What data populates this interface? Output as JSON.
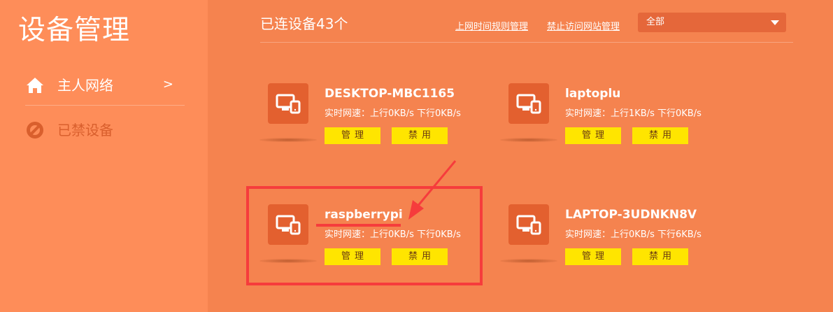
{
  "sidebar": {
    "title": "设备管理",
    "items": [
      {
        "label": "主人网络",
        "arrow": ">"
      },
      {
        "label": "已禁设备"
      }
    ]
  },
  "header": {
    "connected": "已连设备43个",
    "links": [
      "上网时间规则管理",
      "禁止访问网站管理"
    ],
    "filter": "全部"
  },
  "devices": [
    {
      "name": "DESKTOP-MBC1165",
      "speed": "实时网速：上行0KB/s 下行0KB/s",
      "manage": "管理",
      "disable": "禁用"
    },
    {
      "name": "laptoplu",
      "speed": "实时网速：上行1KB/s 下行0KB/s",
      "manage": "管理",
      "disable": "禁用"
    },
    {
      "name": "raspberrypi",
      "speed": "实时网速：上行0KB/s 下行0KB/s",
      "manage": "管理",
      "disable": "禁用"
    },
    {
      "name": "LAPTOP-3UDNKN8V",
      "speed": "实时网速：上行0KB/s 下行6KB/s",
      "manage": "管理",
      "disable": "禁用"
    }
  ],
  "colors": {
    "sidebar_bg": "#FE8D59",
    "main_bg": "#F5834F",
    "icon_bg": "#E3602F",
    "button_bg": "#FFE500",
    "annotation": "#F63C3C"
  },
  "icons": {
    "home": "home-icon",
    "blocked": "blocked-icon",
    "device": "device-icon",
    "dropdown": "chevron-down-icon"
  }
}
